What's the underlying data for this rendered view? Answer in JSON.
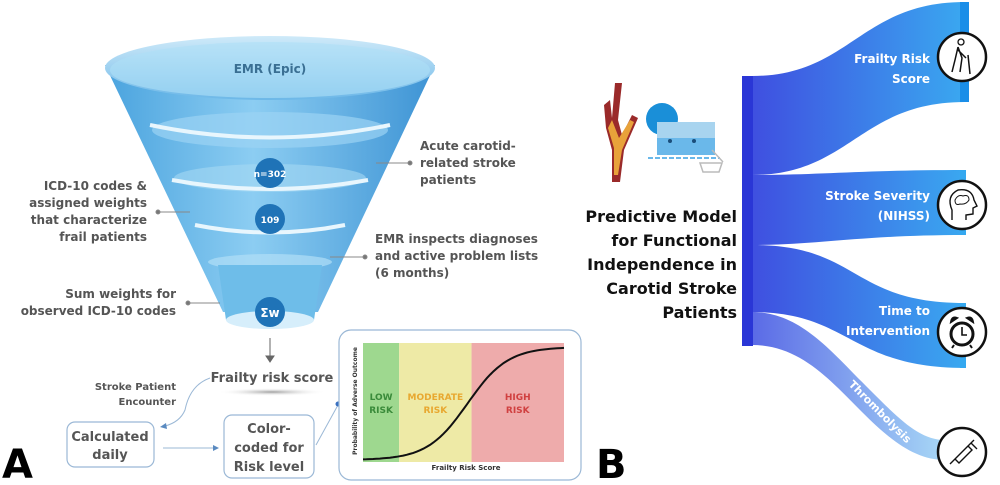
{
  "panel_a": {
    "letter": "A",
    "funnel": {
      "top_label": "EMR (Epic)",
      "circle1": "n=302",
      "circle2": "109",
      "circle3": "Σw"
    },
    "annotations": {
      "right1": [
        "Acute carotid-",
        "related stroke",
        "patients"
      ],
      "left1": [
        "ICD-10 codes &",
        "assigned weights",
        "that characterize",
        "frail patients"
      ],
      "right2": [
        "EMR inspects diagnoses",
        "and active problem lists",
        "(6 months)"
      ],
      "left2": [
        "Sum weights for",
        "observed ICD-10 codes"
      ]
    },
    "frailty_score": "Frailty risk score",
    "encounter": [
      "Stroke Patient",
      "Encounter"
    ],
    "box_calculated": [
      "Calculated",
      "daily"
    ],
    "box_colorcoded": [
      "Color-",
      "coded for",
      "Risk level"
    ],
    "risk_chart": {
      "ylabel": "Probability of Adverse Outcome",
      "xlabel": "Frailty Risk Score",
      "zones": [
        {
          "label": [
            "LOW",
            "RISK"
          ],
          "color": "#9ed88f",
          "text_color": "#3a8a3a",
          "range": [
            0,
            0.18
          ]
        },
        {
          "label": [
            "MODERATE",
            "RISK"
          ],
          "color": "#eeeaa6",
          "text_color": "#e8a830",
          "range": [
            0.18,
            0.54
          ]
        },
        {
          "label": [
            "HIGH",
            "RISK"
          ],
          "color": "#eeabab",
          "text_color": "#d04040",
          "range": [
            0.54,
            1
          ]
        }
      ]
    }
  },
  "panel_b": {
    "letter": "B",
    "title": [
      "Predictive Model",
      "for Functional",
      "Independence in",
      "Carotid Stroke",
      "Patients"
    ],
    "flows": [
      {
        "label": [
          "Frailty Risk",
          "Score"
        ],
        "icon": "elderly-person-icon"
      },
      {
        "label": [
          "Stroke Severity",
          "(NIHSS)"
        ],
        "icon": "brain-head-icon"
      },
      {
        "label": [
          "Time to",
          "Intervention"
        ],
        "icon": "alarm-clock-icon"
      },
      {
        "label": [
          "Thrombolysis"
        ],
        "icon": "syringe-icon"
      }
    ]
  }
}
